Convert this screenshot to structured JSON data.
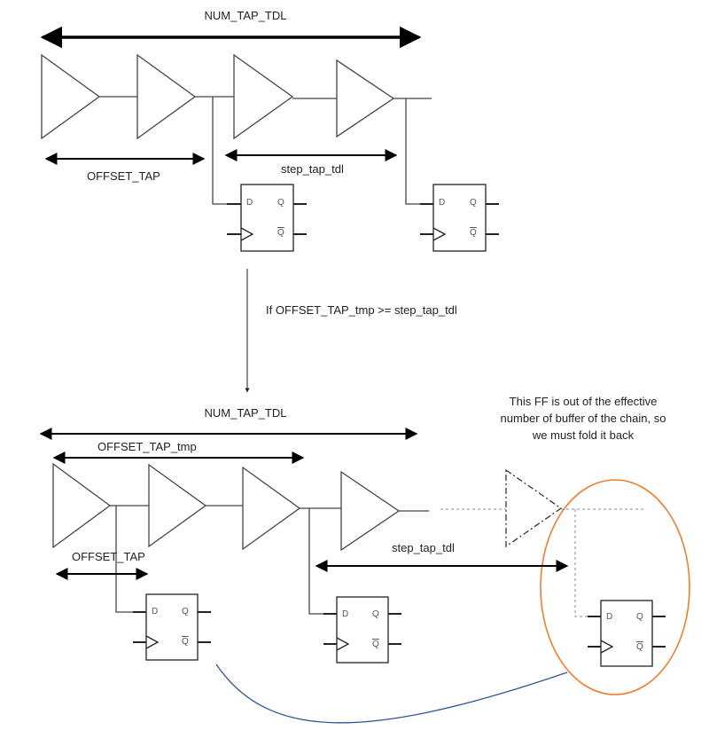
{
  "top": {
    "num_tap_tdl": "NUM_TAP_TDL",
    "offset_tap": "OFFSET_TAP",
    "step_tap_tdl": "step_tap_tdl"
  },
  "condition": "If OFFSET_TAP_tmp >= step_tap_tdl",
  "bottom": {
    "num_tap_tdl": "NUM_TAP_TDL",
    "offset_tap_tmp": "OFFSET_TAP_tmp",
    "offset_tap": "OFFSET_TAP",
    "step_tap_tdl": "step_tap_tdl",
    "note": "This FF is out of the effective number of buffer of the chain, so we must fold it back"
  },
  "flip_flop_pins": {
    "d": "D",
    "q": "Q",
    "qbar": "Q"
  },
  "colors": {
    "line": "#444444",
    "arrow": "#000000",
    "highlight_ellipse": "#ED7D31",
    "fold_back_curve": "#2F5597",
    "dashed_line": "#8EA0B8"
  }
}
